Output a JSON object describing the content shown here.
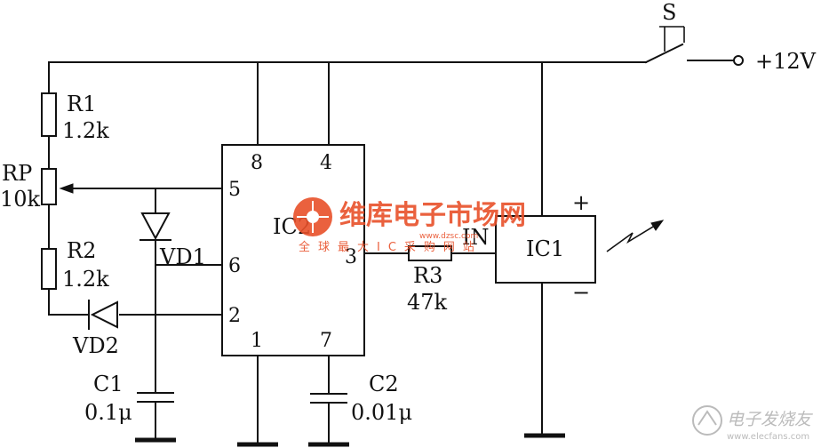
{
  "components": {
    "switch": {
      "ref": "S"
    },
    "supply": {
      "label": "+12V"
    },
    "r1": {
      "ref": "R1",
      "value": "1.2k"
    },
    "rp": {
      "ref": "RP",
      "value": "10k"
    },
    "r2": {
      "ref": "R2",
      "value": "1.2k"
    },
    "r3": {
      "ref": "R3",
      "value": "47k"
    },
    "vd1": {
      "ref": "VD1"
    },
    "vd2": {
      "ref": "VD2"
    },
    "c1": {
      "ref": "C1",
      "value": "0.1μ"
    },
    "c2": {
      "ref": "C2",
      "value": "0.01μ"
    },
    "ic2": {
      "ref": "IC2",
      "pins": {
        "p8": "8",
        "p4": "4",
        "p5": "5",
        "p6": "6",
        "p2": "2",
        "p3": "3",
        "p1": "1",
        "p7": "7"
      }
    },
    "ic1": {
      "ref": "IC1",
      "input": "IN",
      "plus": "+",
      "minus": "−"
    }
  },
  "watermarks": {
    "dzsc_main": "维库电子市场网",
    "dzsc_sub": "全球最大IC采购网站",
    "dzsc_url": "www.dzsc.com",
    "elecfans_main": "电子发烧友",
    "elecfans_url": "www.elecfans.com"
  }
}
